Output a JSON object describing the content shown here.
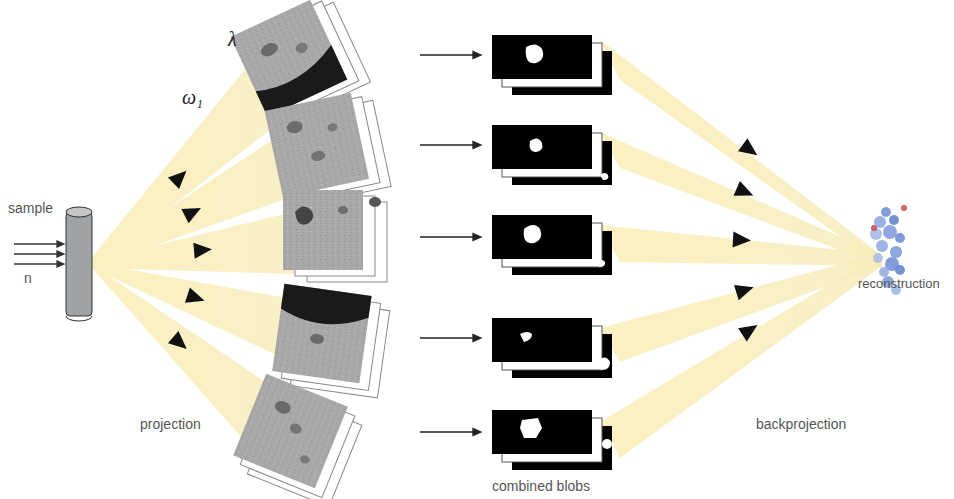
{
  "diagram": {
    "nodes": [
      {
        "text": [
          "sample"
        ]
      },
      {
        "text": [
          "reconstruction"
        ]
      }
    ],
    "labels": [
      "λ",
      "ω₁",
      "n",
      "projection",
      "combined blobs",
      "backprojection"
    ]
  }
}
